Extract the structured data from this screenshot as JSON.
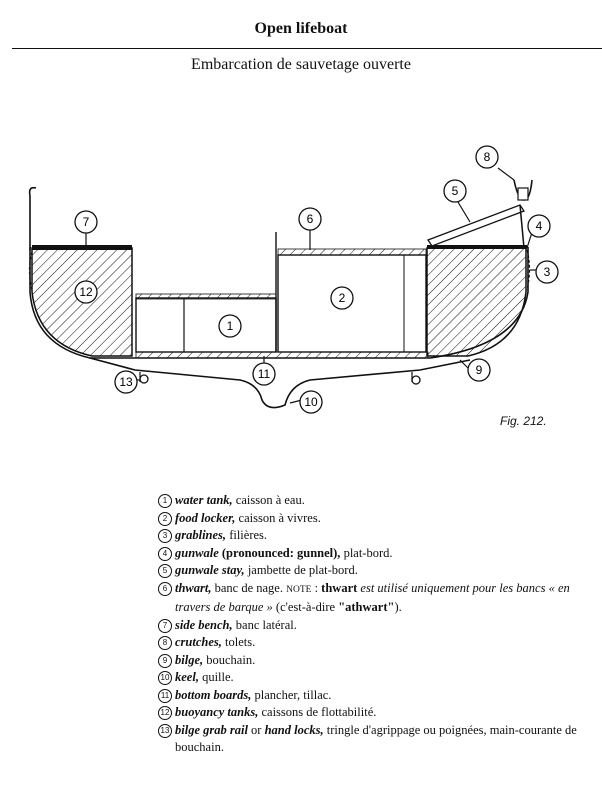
{
  "header": {
    "title": "Open lifeboat",
    "subtitle": "Embarcation de sauvetage ouverte"
  },
  "figure": {
    "caption": "Fig. 212.",
    "callouts": [
      "1",
      "2",
      "3",
      "4",
      "5",
      "6",
      "7",
      "8",
      "9",
      "10",
      "11",
      "12",
      "13"
    ]
  },
  "legend": [
    {
      "num": "1",
      "term": "water tank,",
      "text": " caisson à eau."
    },
    {
      "num": "2",
      "term": "food locker,",
      "text": " caisson à vivres."
    },
    {
      "num": "3",
      "term": "grablines,",
      "text": " filières."
    },
    {
      "num": "4",
      "term": "gunwale",
      "bold": " (pronounced: gunnel),",
      "text": " plat-bord."
    },
    {
      "num": "5",
      "term": "gunwale stay,",
      "text": " jambette de plat-bord."
    },
    {
      "num": "6",
      "term": "thwart,",
      "text": " banc de nage. ",
      "note_label": "NOTE",
      "note_colon": " : ",
      "note_bold": "thwart",
      "note_italic": " est utilisé uniquement pour les bancs « en travers de barque »",
      "note_tail_a": " (c'est-à-dire ",
      "note_tail_b": "\"athwart\"",
      "note_tail_c": ")."
    },
    {
      "num": "7",
      "term": "side bench,",
      "text": " banc latéral."
    },
    {
      "num": "8",
      "term": "crutches,",
      "text": " tolets."
    },
    {
      "num": "9",
      "term": "bilge,",
      "text": " bouchain."
    },
    {
      "num": "10",
      "term": "keel,",
      "text": " quille."
    },
    {
      "num": "11",
      "term": "bottom boards,",
      "text": " plancher, tillac."
    },
    {
      "num": "12",
      "term": "buoyancy tanks,",
      "text": " caissons de flottabilité."
    },
    {
      "num": "13",
      "term": "bilge grab rail",
      "mid": " or ",
      "term2": "hand locks,",
      "text": " tringle d'agrippage ou poignées, main-courante de bouchain."
    }
  ]
}
